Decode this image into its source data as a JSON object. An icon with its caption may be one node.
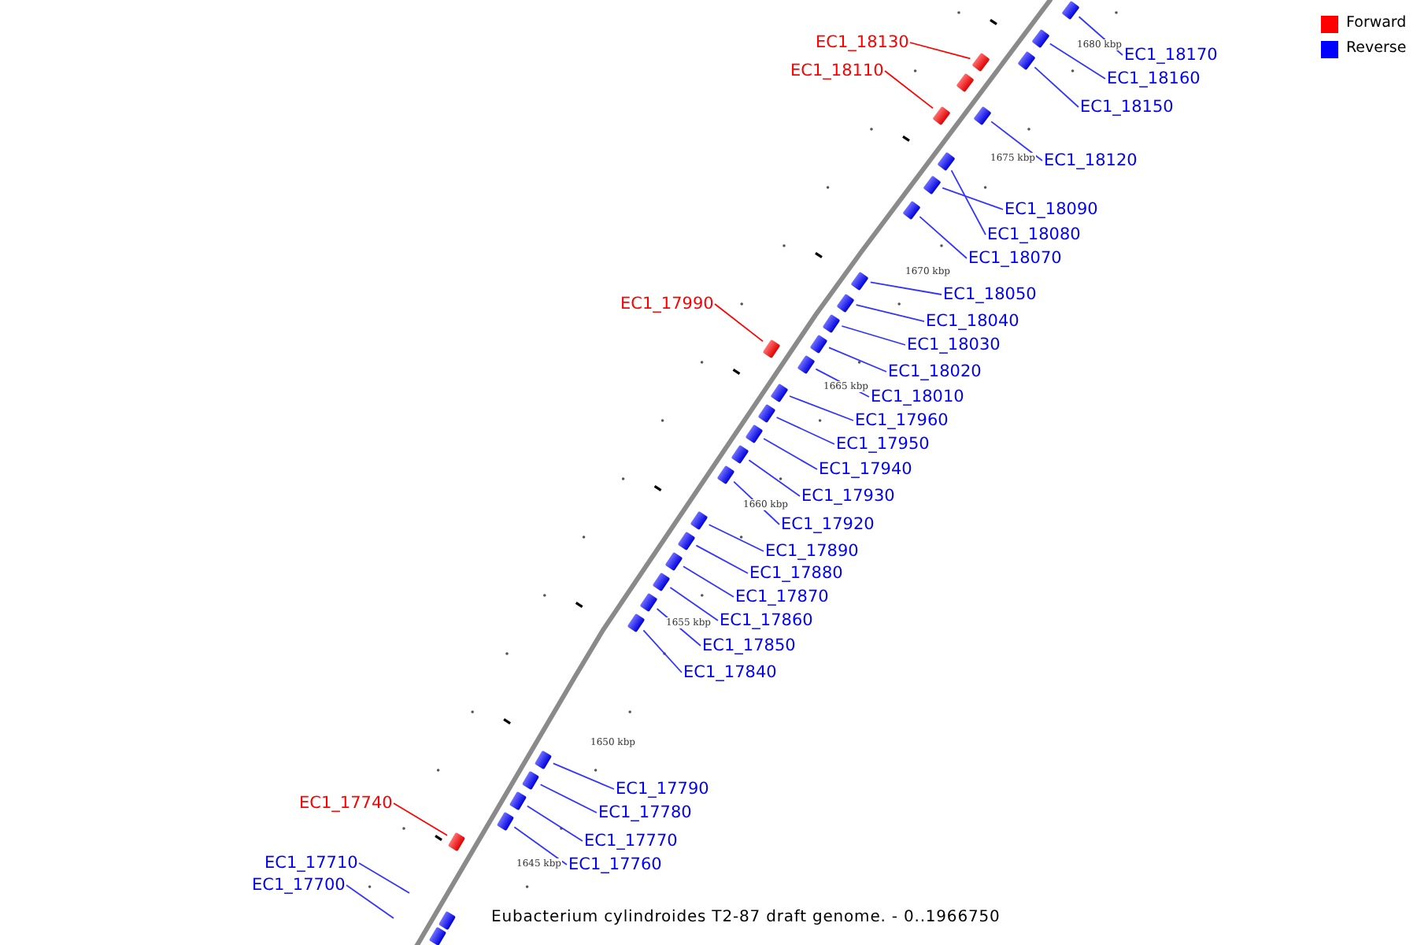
{
  "diagram": {
    "caption": "Eubacterium cylindroides T2-87 draft genome. - 0..1966750",
    "nodes": [
      {
        "text": [
          "EC1_18130"
        ]
      },
      {
        "text": [
          "EC1_18170"
        ]
      },
      {
        "text": [
          "EC1_18110"
        ]
      },
      {
        "text": [
          "EC1_18160"
        ]
      },
      {
        "text": [
          "EC1_18150"
        ]
      },
      {
        "text": [
          "EC1_18120"
        ]
      },
      {
        "text": [
          "EC1_18090"
        ]
      },
      {
        "text": [
          "EC1_18080"
        ]
      },
      {
        "text": [
          "EC1_18070"
        ]
      },
      {
        "text": [
          "EC1_18050"
        ]
      },
      {
        "text": [
          "EC1_17990"
        ]
      },
      {
        "text": [
          "EC1_18040"
        ]
      },
      {
        "text": [
          "EC1_18030"
        ]
      },
      {
        "text": [
          "EC1_18020"
        ]
      },
      {
        "text": [
          "EC1_18010"
        ]
      },
      {
        "text": [
          "EC1_17960"
        ]
      },
      {
        "text": [
          "EC1_17950"
        ]
      },
      {
        "text": [
          "EC1_17940"
        ]
      },
      {
        "text": [
          "EC1_17930"
        ]
      },
      {
        "text": [
          "EC1_17920"
        ]
      },
      {
        "text": [
          "EC1_17890"
        ]
      },
      {
        "text": [
          "EC1_17880"
        ]
      },
      {
        "text": [
          "EC1_17870"
        ]
      },
      {
        "text": [
          "EC1_17860"
        ]
      },
      {
        "text": [
          "EC1_17850"
        ]
      },
      {
        "text": [
          "EC1_17840"
        ]
      },
      {
        "text": [
          "EC1_17790"
        ]
      },
      {
        "text": [
          "EC1_17740"
        ]
      },
      {
        "text": [
          "EC1_17780"
        ]
      },
      {
        "text": [
          "EC1_17770"
        ]
      },
      {
        "text": [
          "EC1_17760"
        ]
      },
      {
        "text": [
          "EC1_17710"
        ]
      },
      {
        "text": [
          "EC1_17700"
        ]
      },
      {
        "text": [],
        "shape": "box"
      },
      {
        "text": [],
        "shape": "box"
      },
      {
        "text": [],
        "shape": "box"
      },
      {
        "text": [],
        "shape": "box"
      },
      {
        "text": [],
        "shape": "box"
      },
      {
        "text": [],
        "shape": "box"
      },
      {
        "text": [],
        "shape": "box"
      },
      {
        "text": [],
        "shape": "box"
      },
      {
        "text": [],
        "shape": "box"
      },
      {
        "text": [],
        "shape": "box"
      },
      {
        "text": [],
        "shape": "box"
      },
      {
        "text": [],
        "shape": "box"
      },
      {
        "text": [],
        "shape": "box"
      },
      {
        "text": [],
        "shape": "box"
      },
      {
        "text": [],
        "shape": "box"
      },
      {
        "text": [],
        "shape": "box"
      },
      {
        "text": [],
        "shape": "box"
      },
      {
        "text": [],
        "shape": "box"
      },
      {
        "text": [],
        "shape": "box"
      },
      {
        "text": [],
        "shape": "box"
      },
      {
        "text": [],
        "shape": "box"
      },
      {
        "text": [],
        "shape": "box"
      },
      {
        "text": [],
        "shape": "box"
      },
      {
        "text": [],
        "shape": "box"
      },
      {
        "text": [],
        "shape": "box"
      },
      {
        "text": [],
        "shape": "box"
      },
      {
        "text": [],
        "shape": "box"
      },
      {
        "text": [],
        "shape": "box"
      },
      {
        "text": [],
        "shape": "box"
      },
      {
        "text": [],
        "shape": "box"
      },
      {
        "text": [],
        "shape": "box"
      },
      {
        "text": [],
        "shape": "box"
      },
      {
        "text": [],
        "shape": "box"
      },
      {
        "text": [],
        "shape": "box"
      }
    ],
    "edges": [
      {
        "from": 0,
        "to": 33,
        "arrow": "none",
        "color": "#ff0000"
      },
      {
        "from": 1,
        "to": 34,
        "arrow": "none"
      },
      {
        "from": 2,
        "to": 35,
        "arrow": "none",
        "color": "#ff0000"
      },
      {
        "from": 3,
        "to": 36,
        "arrow": "none"
      },
      {
        "from": 4,
        "to": 37,
        "arrow": "none"
      },
      {
        "from": 5,
        "to": 38,
        "arrow": "none"
      },
      {
        "from": 6,
        "to": 39,
        "arrow": "none"
      },
      {
        "from": 7,
        "to": 40,
        "arrow": "none"
      },
      {
        "from": 8,
        "to": 41,
        "arrow": "none"
      },
      {
        "from": 9,
        "to": 42,
        "arrow": "none"
      },
      {
        "from": 10,
        "to": 43,
        "arrow": "none",
        "color": "#ff0000"
      },
      {
        "from": 11,
        "to": 44,
        "arrow": "none"
      },
      {
        "from": 12,
        "to": 45,
        "arrow": "none"
      },
      {
        "from": 13,
        "to": 46,
        "arrow": "none"
      },
      {
        "from": 14,
        "to": 47,
        "arrow": "none"
      },
      {
        "from": 15,
        "to": 48,
        "arrow": "none"
      },
      {
        "from": 16,
        "to": 49,
        "arrow": "none"
      },
      {
        "from": 17,
        "to": 50,
        "arrow": "none"
      },
      {
        "from": 18,
        "to": 51,
        "arrow": "none"
      },
      {
        "from": 19,
        "to": 52,
        "arrow": "none"
      },
      {
        "from": 20,
        "to": 53,
        "arrow": "none"
      },
      {
        "from": 21,
        "to": 54,
        "arrow": "none"
      },
      {
        "from": 22,
        "to": 55,
        "arrow": "none"
      },
      {
        "from": 23,
        "to": 56,
        "arrow": "none"
      },
      {
        "from": 24,
        "to": 57,
        "arrow": "none"
      },
      {
        "from": 25,
        "to": 58,
        "arrow": "none"
      },
      {
        "from": 26,
        "to": 59,
        "arrow": "none"
      },
      {
        "from": 27,
        "to": 60,
        "arrow": "none",
        "color": "#ff0000"
      },
      {
        "from": 28,
        "to": 61,
        "arrow": "none"
      },
      {
        "from": 29,
        "to": 62,
        "arrow": "none"
      },
      {
        "from": 30,
        "to": 63,
        "arrow": "none"
      },
      {
        "from": 31,
        "to": null,
        "arrow": "none"
      },
      {
        "from": 32,
        "to": null,
        "arrow": "none"
      }
    ],
    "labels": [
      "1680 kbp",
      "1675 kbp",
      "1670 kbp",
      "1665 kbp",
      "1660 kbp",
      "1655 kbp",
      "1650 kbp",
      "1645 kbp"
    ],
    "legend": [
      {
        "text": "Forward",
        "color": "#ff0000"
      },
      {
        "text": "Reverse",
        "color": "#0000ff"
      }
    ]
  }
}
